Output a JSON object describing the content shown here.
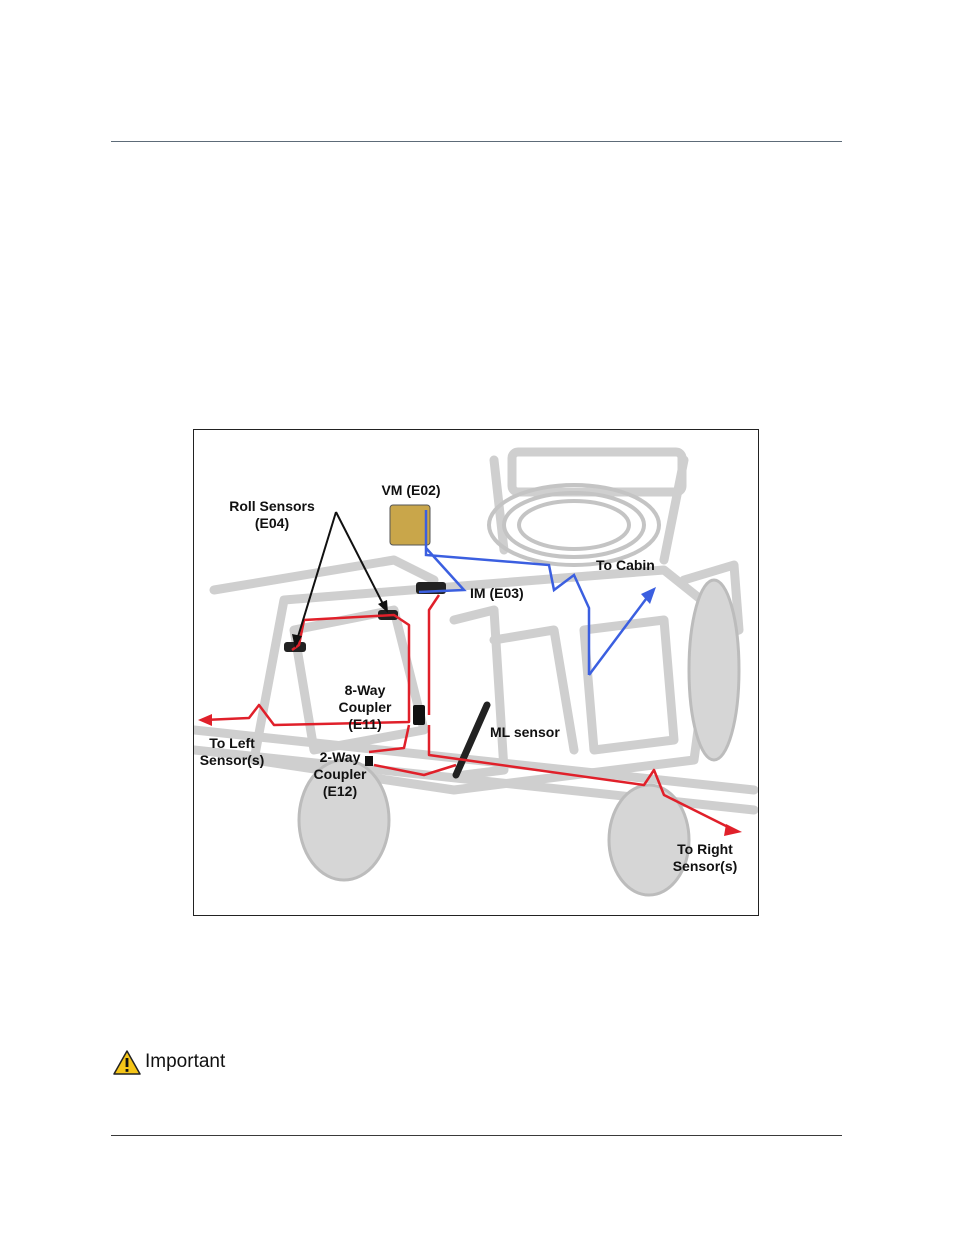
{
  "figure": {
    "labels": {
      "roll_sensors": "Roll Sensors",
      "roll_sensors_code": "(E04)",
      "vm": "VM (E02)",
      "im": "IM (E03)",
      "to_cabin": "To Cabin",
      "coupler8_line1": "8-Way",
      "coupler8_line2": "Coupler",
      "coupler8_line3": "(E11)",
      "ml_sensor": "ML sensor",
      "to_left_line1": "To Left",
      "to_left_line2": "Sensor(s)",
      "coupler2_line1": "2-Way",
      "coupler2_line2": "Coupler",
      "coupler2_line3": "(E12)",
      "to_right_line1": "To Right",
      "to_right_line2": "Sensor(s)"
    },
    "colors": {
      "red_cable": "#e0202a",
      "blue_cable": "#3b5fe0",
      "frame": "#c9c9c9"
    }
  },
  "important": {
    "label": "Important",
    "icon": "warning-icon"
  }
}
